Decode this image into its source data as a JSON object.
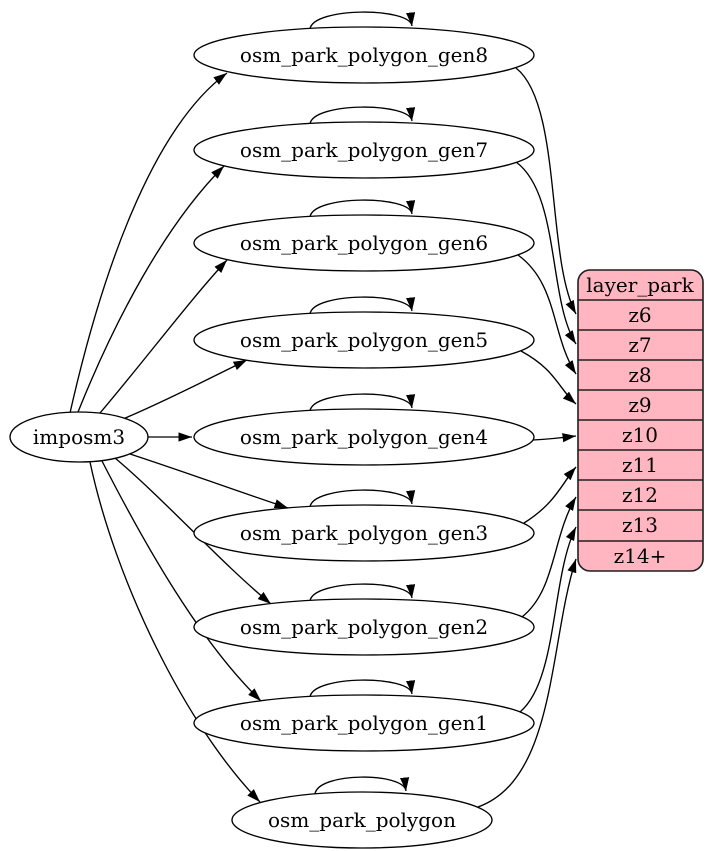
{
  "diagram": {
    "source": {
      "label": "imposm3"
    },
    "generalized_tables": [
      {
        "label": "osm_park_polygon_gen8"
      },
      {
        "label": "osm_park_polygon_gen7"
      },
      {
        "label": "osm_park_polygon_gen6"
      },
      {
        "label": "osm_park_polygon_gen5"
      },
      {
        "label": "osm_park_polygon_gen4"
      },
      {
        "label": "osm_park_polygon_gen3"
      },
      {
        "label": "osm_park_polygon_gen2"
      },
      {
        "label": "osm_park_polygon_gen1"
      },
      {
        "label": "osm_park_polygon"
      }
    ],
    "layer_table": {
      "title": "layer_park",
      "rows": [
        "z6",
        "z7",
        "z8",
        "z9",
        "z10",
        "z11",
        "z12",
        "z13",
        "z14+"
      ],
      "fill_color": "#ffb6c1",
      "border_color": "#1f1f1f"
    },
    "colors": {
      "node_fill": "#ffffff",
      "edge": "#000000",
      "background": "#ffffff"
    },
    "edges": {
      "from_source": [
        {
          "from": "imposm3",
          "to": "osm_park_polygon_gen8"
        },
        {
          "from": "imposm3",
          "to": "osm_park_polygon_gen7"
        },
        {
          "from": "imposm3",
          "to": "osm_park_polygon_gen6"
        },
        {
          "from": "imposm3",
          "to": "osm_park_polygon_gen5"
        },
        {
          "from": "imposm3",
          "to": "osm_park_polygon_gen4"
        },
        {
          "from": "imposm3",
          "to": "osm_park_polygon_gen3"
        },
        {
          "from": "imposm3",
          "to": "osm_park_polygon_gen2"
        },
        {
          "from": "imposm3",
          "to": "osm_park_polygon_gen1"
        },
        {
          "from": "imposm3",
          "to": "osm_park_polygon"
        }
      ],
      "self_loops": [
        "osm_park_polygon_gen8",
        "osm_park_polygon_gen7",
        "osm_park_polygon_gen6",
        "osm_park_polygon_gen5",
        "osm_park_polygon_gen4",
        "osm_park_polygon_gen3",
        "osm_park_polygon_gen2",
        "osm_park_polygon_gen1",
        "osm_park_polygon"
      ],
      "to_layer_rows": [
        {
          "from": "osm_park_polygon_gen8",
          "to": "z6"
        },
        {
          "from": "osm_park_polygon_gen7",
          "to": "z7"
        },
        {
          "from": "osm_park_polygon_gen6",
          "to": "z8"
        },
        {
          "from": "osm_park_polygon_gen5",
          "to": "z9"
        },
        {
          "from": "osm_park_polygon_gen4",
          "to": "z10"
        },
        {
          "from": "osm_park_polygon_gen3",
          "to": "z11"
        },
        {
          "from": "osm_park_polygon_gen2",
          "to": "z12"
        },
        {
          "from": "osm_park_polygon_gen1",
          "to": "z13"
        },
        {
          "from": "osm_park_polygon",
          "to": "z14+"
        }
      ]
    }
  }
}
